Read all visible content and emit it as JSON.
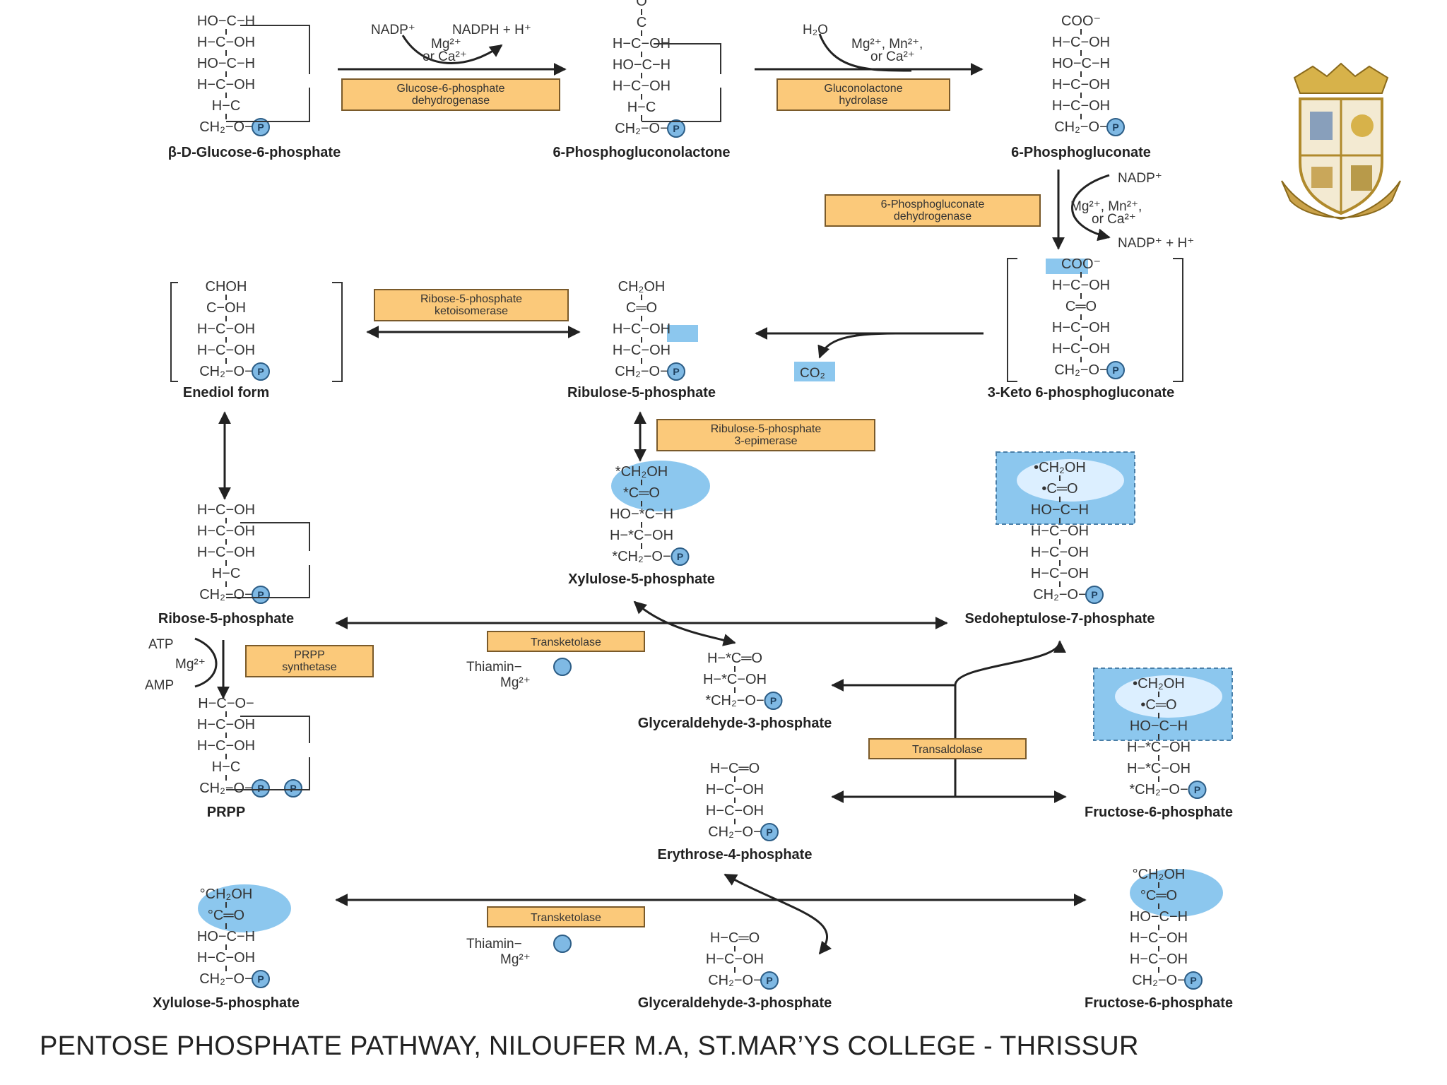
{
  "footer": "PENTOSE PHOSPHATE PATHWAY, NILOUFER M.A, ST.MAR’YS COLLEGE - THRISSUR",
  "compounds": {
    "g6p": {
      "name": "β-D-Glucose-6-phosphate",
      "lines": [
        "HO−C−H",
        "H−C−OH",
        "HO−C−H",
        "H−C−OH",
        "H−C",
        "CH₂−O−"
      ]
    },
    "pgl": {
      "name": "6-Phosphogluconolactone",
      "lines": [
        "O",
        "C",
        "H−C−OH",
        "HO−C−H",
        "H−C−OH",
        "H−C",
        "CH₂−O−"
      ]
    },
    "pg": {
      "name": "6-Phosphogluconate",
      "lines": [
        "COO⁻",
        "H−C−OH",
        "HO−C−H",
        "H−C−OH",
        "H−C−OH",
        "CH₂−O−"
      ]
    },
    "keto": {
      "name": "3-Keto 6-phosphogluconate",
      "lines": [
        "COO⁻",
        "H−C−OH",
        "C═O",
        "H−C−OH",
        "H−C−OH",
        "CH₂−O−"
      ]
    },
    "ru5p": {
      "name": "Ribulose-5-phosphate",
      "lines": [
        "CH₂OH",
        "C═O",
        "H−C−OH",
        "H−C−OH",
        "CH₂−O−"
      ]
    },
    "enediol": {
      "name": "Enediol form",
      "lines": [
        "CHOH",
        "C−OH",
        "H−C−OH",
        "H−C−OH",
        "CH₂−O−"
      ]
    },
    "xu5p": {
      "name": "Xylulose-5-phosphate",
      "lines": [
        "*CH₂OH",
        "*C═O",
        "HO−*C−H",
        "H−*C−OH",
        "*CH₂−O−"
      ]
    },
    "s7p": {
      "name": "Sedoheptulose-7-phosphate",
      "lines": [
        "•CH₂OH",
        "•C═O",
        "HO−C−H",
        "H−C−OH",
        "H−C−OH",
        "H−C−OH",
        "CH₂−O−"
      ]
    },
    "r5p": {
      "name": "Ribose-5-phosphate",
      "lines": [
        "H−C−OH",
        "H−C−OH",
        "H−C−OH",
        "H−C",
        "CH₂−O−"
      ]
    },
    "prpp": {
      "name": "PRPP",
      "lines": [
        "H−C−O−",
        "H−C−OH",
        "H−C−OH",
        "H−C",
        "CH₂−O−"
      ]
    },
    "gap1": {
      "name": "Glyceraldehyde-3-phosphate",
      "lines": [
        "H−*C═O",
        "H−*C−OH",
        "*CH₂−O−"
      ]
    },
    "e4p": {
      "name": "Erythrose-4-phosphate",
      "lines": [
        "H−C═O",
        "H−C−OH",
        "H−C−OH",
        "CH₂−O−"
      ]
    },
    "f6p1": {
      "name": "Fructose-6-phosphate",
      "lines": [
        "•CH₂OH",
        "•C═O",
        "HO−C−H",
        "H−*C−OH",
        "H−*C−OH",
        "*CH₂−O−"
      ]
    },
    "xu5p2": {
      "name": "Xylulose-5-phosphate",
      "lines": [
        "°CH₂OH",
        "°C═O",
        "HO−C−H",
        "H−C−OH",
        "CH₂−O−"
      ]
    },
    "gap2": {
      "name": "Glyceraldehyde-3-phosphate",
      "lines": [
        "H−C═O",
        "H−C−OH",
        "CH₂−O−"
      ]
    },
    "f6p2": {
      "name": "Fructose-6-phosphate",
      "lines": [
        "°CH₂OH",
        "°C═O",
        "HO−C−H",
        "H−C−OH",
        "H−C−OH",
        "CH₂−O−"
      ]
    }
  },
  "phosphate": "P",
  "enzymes": {
    "g6pd": [
      "Glucose-6-phosphate",
      "dehydrogenase"
    ],
    "lactonase": [
      "Gluconolactone",
      "hydrolase"
    ],
    "pgd": [
      "6-Phosphogluconate",
      "dehydrogenase"
    ],
    "rpi": [
      "Ribose-5-phosphate",
      "ketoisomerase"
    ],
    "rpe": [
      "Ribulose-5-phosphate",
      "3-epimerase"
    ],
    "prpps": [
      "PRPP",
      "synthetase"
    ],
    "tk1": [
      "Transketolase"
    ],
    "ta": [
      "Transaldolase"
    ],
    "tk2": [
      "Transketolase"
    ]
  },
  "cofactors": {
    "nadp_in1": "NADP⁺",
    "nadph_out1": "NADPH + H⁺",
    "metals1": [
      "Mg²⁺",
      "or Ca²⁺"
    ],
    "water": "H₂O",
    "metals2": [
      "Mg²⁺, Mn²⁺,",
      "or Ca²⁺"
    ],
    "nadp_in2": "NADP⁺",
    "metals3": [
      "Mg²⁺, Mn²⁺,",
      "or Ca²⁺"
    ],
    "nadph_out2": "NADP⁺ + H⁺",
    "co2": "CO₂",
    "atp": "ATP",
    "mg": "Mg²⁺",
    "amp": "AMP",
    "tpp1": [
      "Thiamin−",
      "Mg²⁺"
    ],
    "tpp2": [
      "Thiamin−",
      "Mg²⁺"
    ]
  },
  "icons": {
    "logo": "college-crest-icon"
  },
  "colors": {
    "enzyme_box": "#fbc97a",
    "highlight": "#8cc7ee",
    "phosphate": "#7fb9e4"
  }
}
